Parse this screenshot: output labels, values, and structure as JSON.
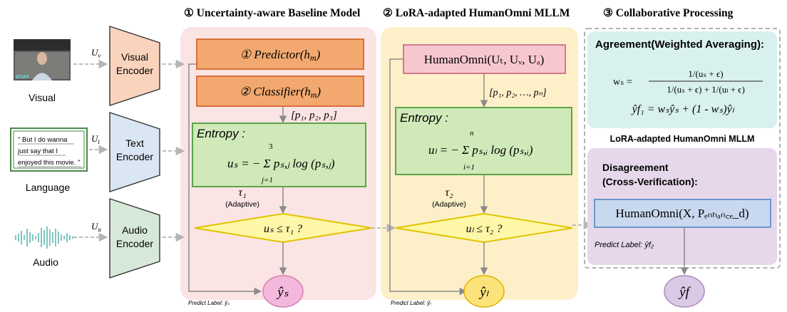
{
  "sections": {
    "s1_title": "① Uncertainty-aware Baseline Model",
    "s2_title": "② LoRA-adapted HumanOmni MLLM",
    "s3_title": "③ Collaborative Processing"
  },
  "inputs": {
    "visual_label": "Visual",
    "language_label": "Language",
    "audio_label": "Audio",
    "quote_line1": "\" But I do wanna",
    "quote_line2": "just say that I",
    "quote_line3": "enjoyed this movie. \"",
    "video_watermark": "STUFF",
    "uv": "U",
    "uv_sub": "v",
    "ut": "U",
    "ut_sub": "t",
    "ua": "U",
    "ua_sub": "a"
  },
  "encoders": {
    "visual_l1": "Visual",
    "visual_l2": "Encoder",
    "text_l1": "Text",
    "text_l2": "Encoder",
    "audio_l1": "Audio",
    "audio_l2": "Encoder"
  },
  "baseline": {
    "predictor": "①  Predictor(h",
    "predictor_sub": "m",
    "classifier": "②  Classifier(h",
    "classifier_sub": "m",
    "probs": "[p₁, p₂, p₃]",
    "entropy_title": "Entropy :",
    "entropy_formula": "uₛ = − Σ pₛ,ⱼ log (pₛ,ⱼ)",
    "sum_top": "3",
    "sum_bottom": "j=1",
    "tau": "τ₁",
    "adaptive": "(Adaptive)",
    "decision": "uₛ ≤ τ₁ ?",
    "predict_label": "Predict Label: ŷₛ",
    "output": "ŷₛ"
  },
  "mllm": {
    "humanomni": "HumanOmni(Uₜ, Uᵥ, Uₐ)",
    "probs": "[p₁, p₂, …, pₙ]",
    "entropy_title": "Entropy :",
    "entropy_formula": "uₗ = − Σ pₛ,ᵢ log (pₛ,ᵢ)",
    "sum_top": "n",
    "sum_bottom": "i=1",
    "tau": "τ₂",
    "adaptive": "(Adaptive)",
    "decision": "uₗ ≤ τ₂ ?",
    "predict_label": "Predict Label: ŷₗ",
    "output": "ŷₗ"
  },
  "collab": {
    "agreement_title": "Agreement(Weighted Averaging):",
    "ws_lhs": "wₛ =",
    "ws_num": "1/(uₛ + ϵ)",
    "ws_den": "1/(uₛ + ϵ) + 1/(uₗ + ϵ)",
    "yf1": "ŷf₁ = wₛŷₛ + (1 - wₛ)ŷₗ",
    "mllm_label": "LoRA-adapted HumanOmni MLLM",
    "disagreement_l1": "Disagreement",
    "disagreement_l2": "(Cross-Verification):",
    "humanomni_enh": "HumanOmni(X, Pₑₙₕₐₙ꜀ₑ_d)",
    "predict_label": "Predict Label: ŷf₂",
    "output": "ŷf"
  },
  "colors": {
    "panel1": "#fbe4e4",
    "panel2": "#fdf0c8",
    "encoder_visual": "#fad3bd",
    "encoder_text": "#dbe6f4",
    "encoder_audio": "#d6e9d8",
    "orange_box": "#f2a86e",
    "green_box": "#cfe9b8",
    "yellow_diamond": "#fff7a8",
    "pink_box": "#f7c7cf",
    "teal_box": "#d8f1ef",
    "purple_box": "#e6d8ea",
    "blue_box": "#c8d8ef",
    "out_pink": "#f4b8dc",
    "out_yellow": "#fbe37a",
    "out_purple": "#dcc9e6"
  }
}
